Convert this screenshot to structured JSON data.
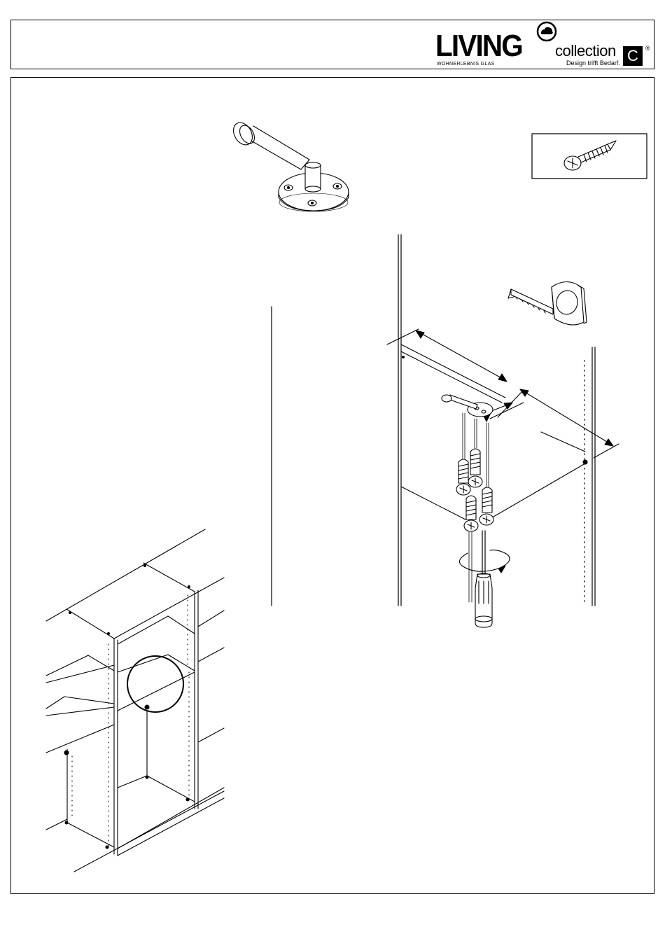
{
  "header": {
    "brand": "LIVING",
    "brand_sub": "WOHNERLEBNIS GLAS",
    "collection": "collection",
    "tagline": "Design trifft Bedarf.",
    "c_letter": "C",
    "registered": "®"
  },
  "icons": {
    "brand_mark": "cloud-circle-icon",
    "part": "hanger-rail-bracket-icon",
    "hardware": "screw-icon",
    "tool_measure": "tape-measure-icon",
    "tool_driver": "screwdriver-icon",
    "rotation": "rotate-arrow-icon",
    "detail_marker": "detail-circle-icon"
  },
  "colors": {
    "line": "#000000",
    "background": "#ffffff"
  }
}
